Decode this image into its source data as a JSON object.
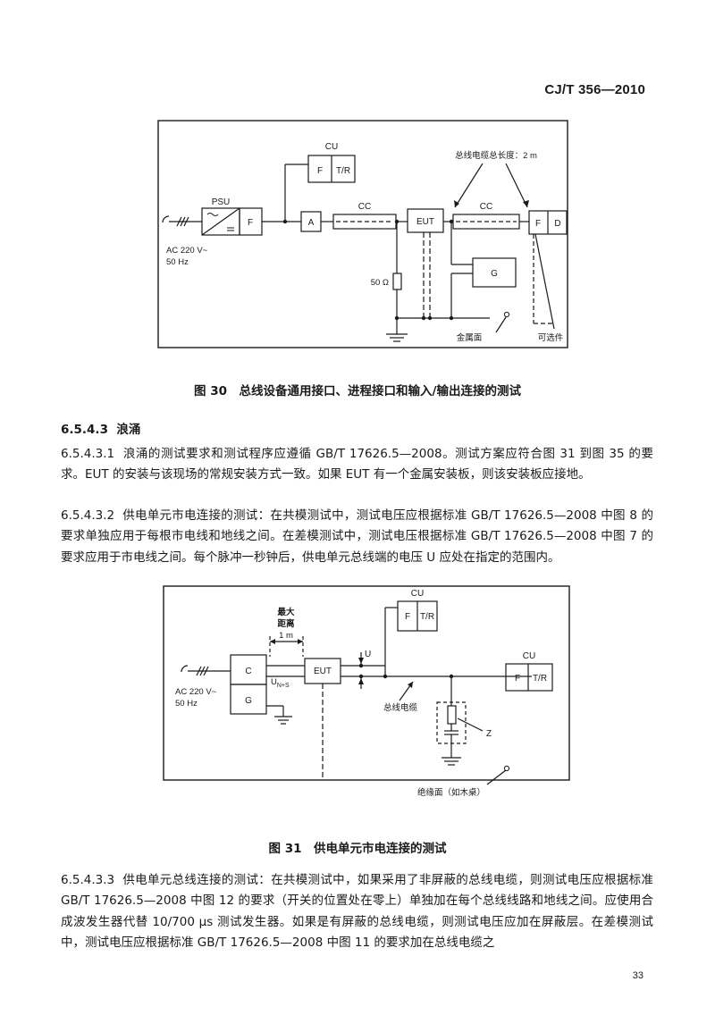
{
  "header": {
    "standard": "CJ/T 356—2010"
  },
  "figure30": {
    "labels": {
      "cu": "CU",
      "f": "F",
      "tr": "T/R",
      "psu": "PSU",
      "psu_f": "F",
      "a": "A",
      "cc1": "CC",
      "eut": "EUT",
      "cc2": "CC",
      "f2": "F",
      "d": "D",
      "g": "G",
      "ac_line1": "AC 220 V~",
      "ac_line2": "50 Hz",
      "resistor": "50 Ω",
      "cable_length": "总线电缆总长度：2 m",
      "metal_plane": "金属面",
      "optional": "可选件"
    },
    "caption": "图 30　总线设备通用接口、进程接口和输入/输出连接的测试"
  },
  "section": {
    "heading_num": "6.5.4.3",
    "heading_text": "浪涌",
    "p1_num": "6.5.4.3.1",
    "p1_text": "浪涌的测试要求和测试程序应遵循 GB/T 17626.5—2008。测试方案应符合图 31 到图 35 的要求。EUT 的安装与该现场的常规安装方式一致。如果 EUT 有一个金属安装板，则该安装板应接地。",
    "p2_num": "6.5.4.3.2",
    "p2_text": "供电单元市电连接的测试：在共模测试中，测试电压应根据标准 GB/T 17626.5—2008 中图 8 的要求单独应用于每根市电线和地线之间。在差模测试中，测试电压根据标准 GB/T 17626.5—2008 中图 7 的要求应用于市电线之间。每个脉冲一秒钟后，供电单元总线端的电压 U 应处在指定的范围内。"
  },
  "figure31": {
    "labels": {
      "cu_top": "CU",
      "f_top": "F",
      "tr_top": "T/R",
      "cu_right": "CU",
      "f_right": "F",
      "tr_right": "T/R",
      "c": "C",
      "g": "G",
      "eut": "EUT",
      "max_dist_1": "最大",
      "max_dist_2": "距离",
      "max_dist_3": "1 m",
      "u": "U",
      "u_ns": "U",
      "u_ns_sub": "N+S",
      "ac_line1": "AC 220 V~",
      "ac_line2": "50 Hz",
      "bus_cable": "总线电缆",
      "z": "Z",
      "insulating_plane": "绝缘面（如木桌）"
    },
    "caption": "图 31　供电单元市电连接的测试"
  },
  "p3": {
    "num": "6.5.4.3.3",
    "text": "供电单元总线连接的测试：在共模测试中，如果采用了非屏蔽的总线电缆，则测试电压应根据标准 GB/T 17626.5—2008 中图 12 的要求（开关的位置处在零上）单独加在每个总线线路和地线之间。应使用合成波发生器代替 10/700 μs 测试发生器。如果是有屏蔽的总线电缆，则测试电压应加在屏蔽层。在差模测试中，测试电压应根据标准 GB/T 17626.5—2008 中图 11 的要求加在总线电缆之"
  },
  "page_number": "33"
}
